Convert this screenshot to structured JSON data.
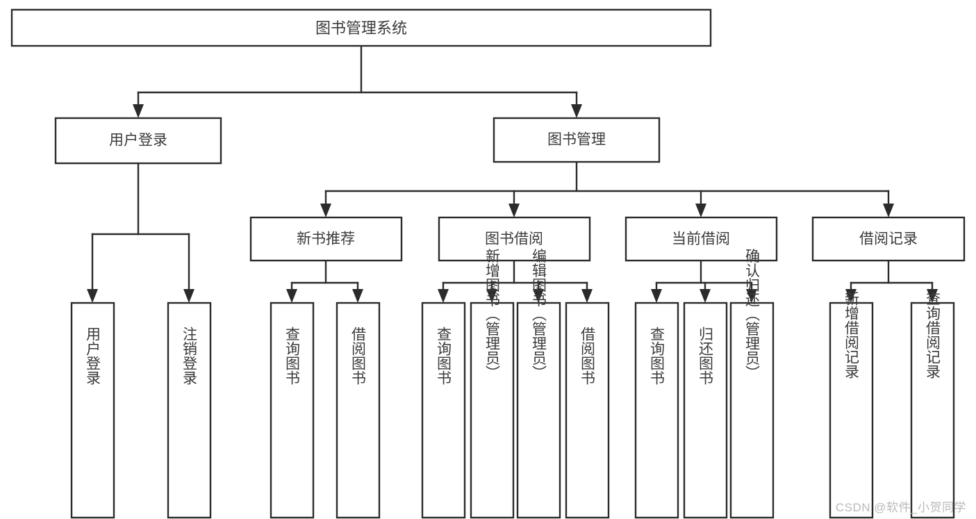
{
  "diagram": {
    "title": "图书管理系统",
    "type": "tree-hierarchy",
    "watermark": "CSDN @软件_小贺同学",
    "colors": {
      "stroke": "#2b2b2b",
      "fill": "#ffffff",
      "text": "#3a3a3a",
      "watermark": "#b9b9b9",
      "background": "#ffffff"
    },
    "levels": {
      "root": {
        "label": "图书管理系统"
      },
      "level1": [
        {
          "id": "user-login",
          "label": "用户登录"
        },
        {
          "id": "book-management",
          "label": "图书管理"
        }
      ],
      "level2": [
        {
          "id": "new-book-recommend",
          "label": "新书推荐",
          "parent": "book-management"
        },
        {
          "id": "book-borrow",
          "label": "图书借阅",
          "parent": "book-management"
        },
        {
          "id": "current-borrow",
          "label": "当前借阅",
          "parent": "book-management"
        },
        {
          "id": "borrow-record",
          "label": "借阅记录",
          "parent": "book-management"
        }
      ],
      "leaves": [
        {
          "id": "leaf-user-login",
          "label": "用户登录",
          "parent": "user-login"
        },
        {
          "id": "leaf-logout",
          "label": "注销登录",
          "parent": "user-login"
        },
        {
          "id": "leaf-query-book-1",
          "label": "查询图书",
          "parent": "new-book-recommend"
        },
        {
          "id": "leaf-borrow-book-1",
          "label": "借阅图书",
          "parent": "new-book-recommend"
        },
        {
          "id": "leaf-query-book-2",
          "label": "查询图书",
          "parent": "book-borrow"
        },
        {
          "id": "leaf-add-book",
          "label": "新增图书（管理员）",
          "parent": "book-borrow"
        },
        {
          "id": "leaf-edit-book",
          "label": "编辑图书（管理员）",
          "parent": "book-borrow"
        },
        {
          "id": "leaf-borrow-book-2",
          "label": "借阅图书",
          "parent": "book-borrow"
        },
        {
          "id": "leaf-query-book-3",
          "label": "查询图书",
          "parent": "current-borrow"
        },
        {
          "id": "leaf-return-book",
          "label": "归还图书",
          "parent": "current-borrow"
        },
        {
          "id": "leaf-confirm-return",
          "label": "确认归还（管理员）",
          "parent": "current-borrow"
        },
        {
          "id": "leaf-add-record",
          "label": "新增借阅记录",
          "parent": "borrow-record"
        },
        {
          "id": "leaf-query-record",
          "label": "查询借阅记录",
          "parent": "borrow-record"
        }
      ]
    },
    "labels": {
      "root": "图书管理系统",
      "l1_0": "用户登录",
      "l1_1": "图书管理",
      "l2_0": "新书推荐",
      "l2_1": "图书借阅",
      "l2_2": "当前借阅",
      "l2_3": "借阅记录",
      "leaf_0": "用户登录",
      "leaf_1": "注销登录",
      "leaf_2": "查询图书",
      "leaf_3": "借阅图书",
      "leaf_4": "查询图书",
      "leaf_5": "新增图书（管理员）",
      "leaf_6": "编辑图书（管理员）",
      "leaf_7": "借阅图书",
      "leaf_8": "查询图书",
      "leaf_9": "归还图书",
      "leaf_10": "确认归还（管理员）",
      "leaf_11": "新增借阅记录",
      "leaf_12": "查询借阅记录"
    }
  }
}
